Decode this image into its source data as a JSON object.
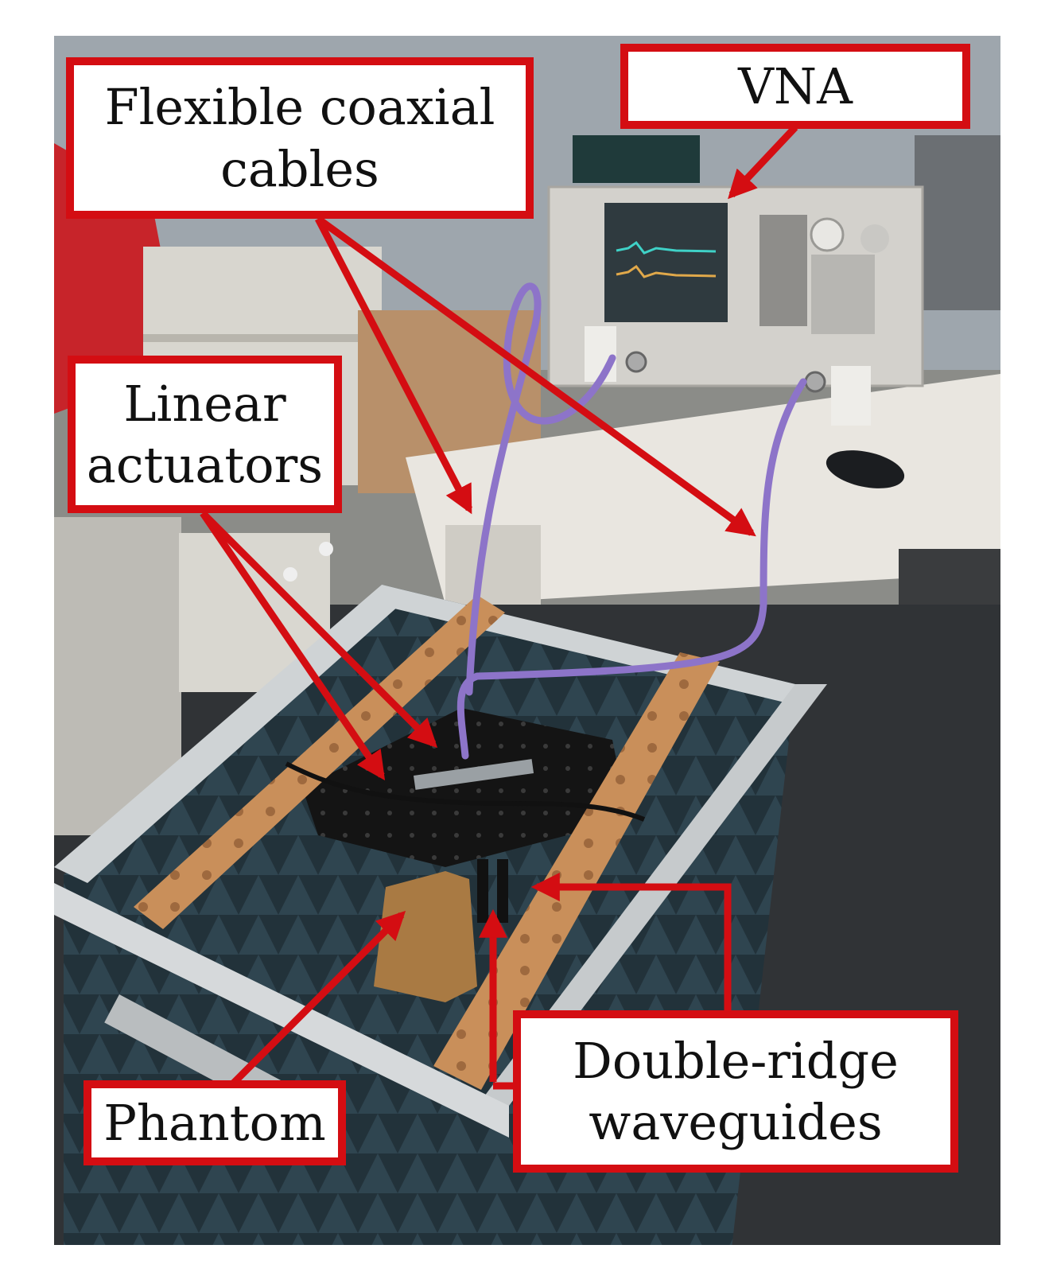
{
  "colors": {
    "callout_border": "#d40d12",
    "arrow": "#d40d12",
    "callout_fill": "#ffffff",
    "cable": "#8d74c9",
    "wood_rail": "#c98f5a",
    "absorber": "#2a3a40",
    "desk": "#e9e6e0",
    "vna_body": "#d3d1cc",
    "vna_screen": "#2f3a3f"
  },
  "labels": {
    "vna": "VNA",
    "cables_line1": "Flexible coaxial",
    "cables_line2": "cables",
    "actuators_line1": "Linear",
    "actuators_line2": "actuators",
    "phantom": "Phantom",
    "waveguides_line1": "Double-ridge",
    "waveguides_line2": "waveguides"
  }
}
